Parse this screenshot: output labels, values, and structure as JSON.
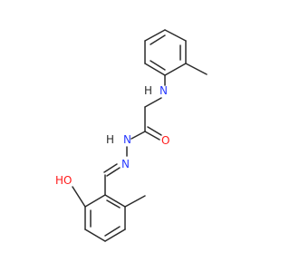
{
  "structure": {
    "atom_labels": {
      "amine_n": "N",
      "amine_h": "H",
      "carbonyl_o": "O",
      "hydrazide_n": "N",
      "hydrazide_h": "H",
      "imine_n": "N",
      "hydroxyl": "HO"
    }
  },
  "colors": {
    "bond": "#2b2b2b",
    "nitrogen": "#2a3cff",
    "oxygen": "#ff1a1a",
    "hydrogen_label": "#2b2b2b",
    "background": "#ffffff"
  }
}
